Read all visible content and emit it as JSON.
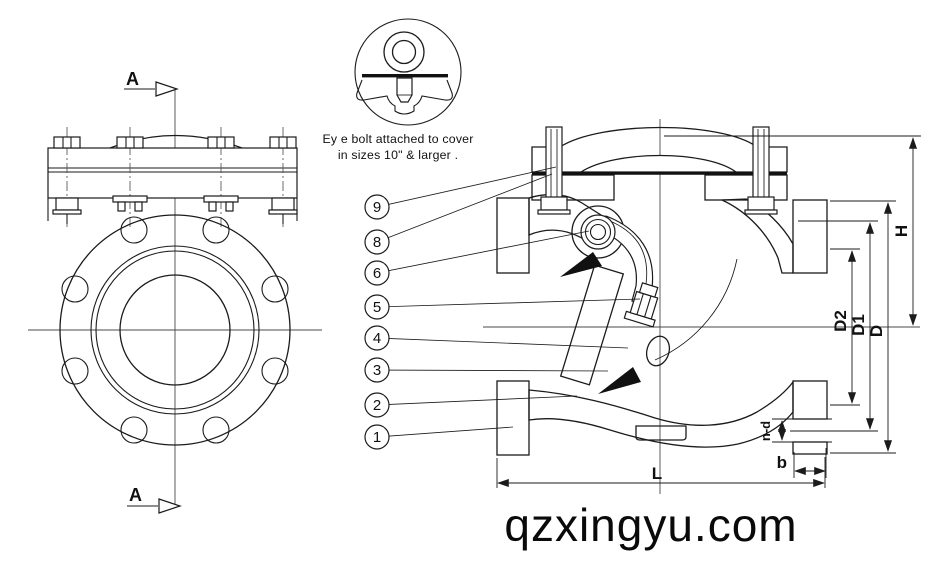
{
  "drawing": {
    "note": {
      "line1": "Ey e bolt attached to cover",
      "line2": "in sizes 10\" & larger ."
    },
    "section_marker": "A",
    "callouts": {
      "c1": "1",
      "c2": "2",
      "c3": "3",
      "c4": "4",
      "c5": "5",
      "c6": "6",
      "c8": "8",
      "c9": "9"
    },
    "dimensions": {
      "height": "H",
      "flange_od": "D",
      "bolt_circle": "D1",
      "raised_face": "D2",
      "bolt_hole": "n-d",
      "flange_thickness": "b",
      "face_to_face": "L"
    },
    "watermark": "qzxingyu.com",
    "colors": {
      "hatch_fill": "#b5cfdd",
      "line": "#1b1b1b",
      "centerline": "#4a4a4a"
    }
  }
}
